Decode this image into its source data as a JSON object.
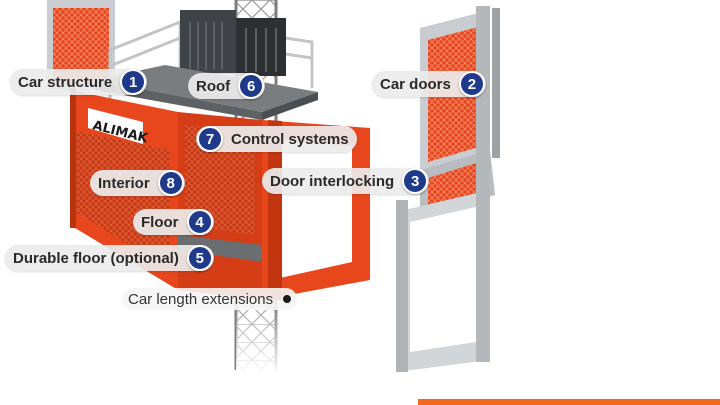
{
  "colors": {
    "orange": "#e8471e",
    "orange_dark": "#b9330f",
    "frame_grey": "#c9ccd0",
    "badge_blue": "#1f3a8a",
    "accent_bar": "#f26a21"
  },
  "logo_text": "ALIMAK",
  "callouts": [
    {
      "number": "1",
      "label": "Car structure"
    },
    {
      "number": "2",
      "label": "Car doors"
    },
    {
      "number": "3",
      "label": "Door interlocking"
    },
    {
      "number": "4",
      "label": "Floor"
    },
    {
      "number": "5",
      "label": "Durable floor (optional)"
    },
    {
      "number": "6",
      "label": "Roof"
    },
    {
      "number": "7",
      "label": "Control systems"
    },
    {
      "number": "8",
      "label": "Interior"
    }
  ],
  "extra_label": "Car length extensions"
}
